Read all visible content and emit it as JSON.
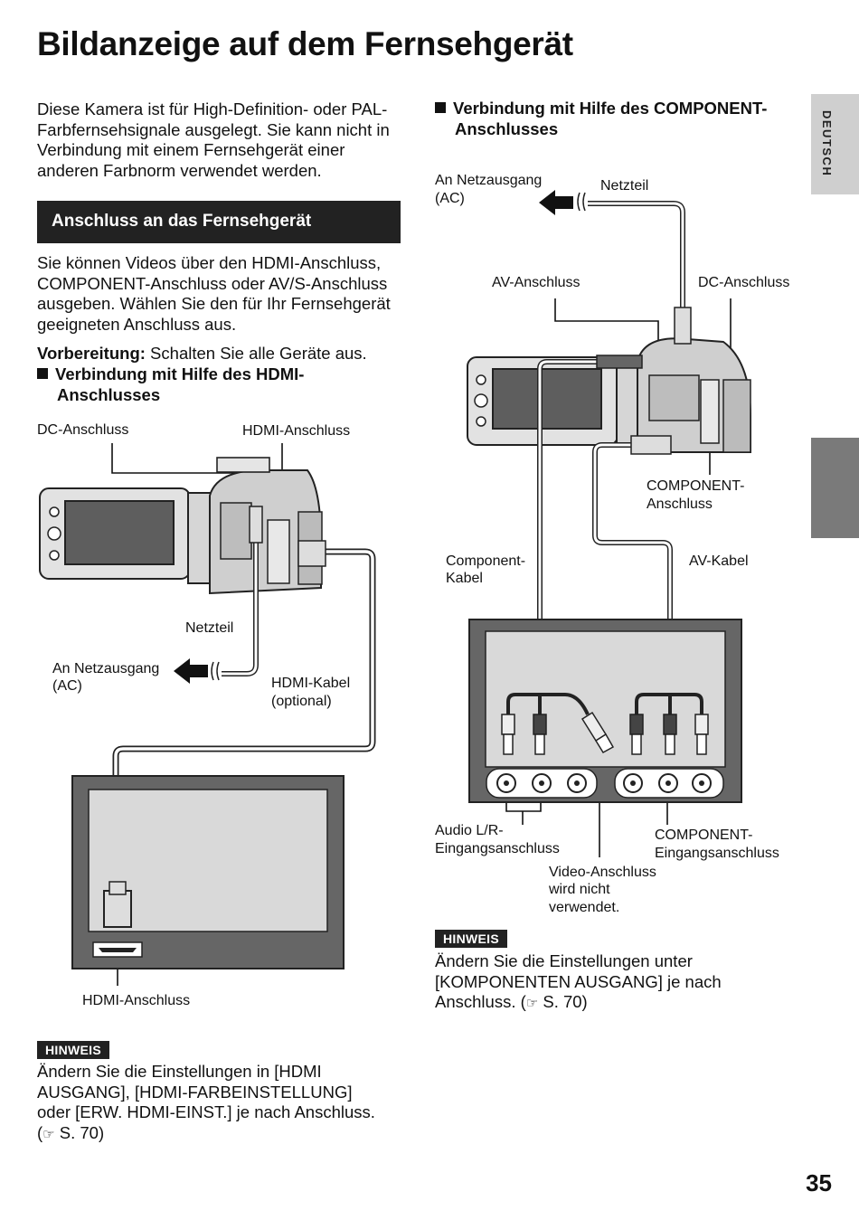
{
  "title": "Bildanzeige auf dem Fernsehgerät",
  "lang_tab": "DEUTSCH",
  "page_number": "35",
  "intro": "Diese Kamera ist für High-Definition- oder PAL-Farbfernsehsignale ausgelegt. Sie kann nicht in Verbindung mit einem Fernsehgerät einer anderen Farbnorm verwendet werden.",
  "section_title": "Anschluss an das Fernsehgerät",
  "section_body": "Sie können Videos über den HDMI-Anschluss, COMPONENT-Anschluss oder AV/S-Anschluss ausgeben. Wählen Sie den für Ihr Fernsehgerät geeigneten Anschluss aus.",
  "preparation": {
    "label": "Vorbereitung:",
    "text": " Schalten Sie alle Geräte aus."
  },
  "hdmi_section": {
    "heading_line1": "Verbindung mit Hilfe des HDMI-",
    "heading_line2": "Anschlusses",
    "labels": {
      "dc": "DC-Anschluss",
      "hdmi_top": "HDMI-Anschluss",
      "netzteil": "Netzteil",
      "netzausgang_1": "An Netzausgang",
      "netzausgang_2": "(AC)",
      "kabel_1": "HDMI-Kabel",
      "kabel_2": "(optional)",
      "hdmi_bottom": "HDMI-Anschluss"
    },
    "note_label": "HINWEIS",
    "note_line1": "Ändern Sie die Einstellungen in [HDMI",
    "note_line2": "AUSGANG], [HDMI-FARBEINSTELLUNG]",
    "note_line3": "oder [ERW. HDMI-EINST.] je nach Anschluss.",
    "note_line4_ref": "S. 70)"
  },
  "component_section": {
    "heading_line1": "Verbindung mit Hilfe des COMPONENT-",
    "heading_line2": "Anschlusses",
    "labels": {
      "netzausgang_1": "An Netzausgang",
      "netzausgang_2": "(AC)",
      "netzteil": "Netzteil",
      "av": "AV-Anschluss",
      "dc": "DC-Anschluss",
      "comp_1": "COMPONENT-",
      "comp_2": "Anschluss",
      "comp_kabel_1": "Component-",
      "comp_kabel_2": "Kabel",
      "av_kabel": "AV-Kabel",
      "audio_1": "Audio L/R-",
      "audio_2": "Eingangsanschluss",
      "comp_in_1": "COMPONENT-",
      "comp_in_2": "Eingangsanschluss",
      "video_1": "Video-Anschluss",
      "video_2": "wird nicht",
      "video_3": "verwendet."
    },
    "note_label": "HINWEIS",
    "note_line1": "Ändern Sie die Einstellungen unter",
    "note_line2": "[KOMPONENTEN AUSGANG] je nach",
    "note_line3_pre": "Anschluss. (",
    "note_line3_ref": "S. 70)"
  },
  "colors": {
    "dark_bar": "#222222",
    "tab_light": "#cfcfcf",
    "tab_dark": "#7a7a7a"
  },
  "icons": [
    "square-bullet-icon",
    "pointing-hand-icon",
    "camcorder-icon",
    "tv-icon",
    "plug-arrow-icon"
  ]
}
